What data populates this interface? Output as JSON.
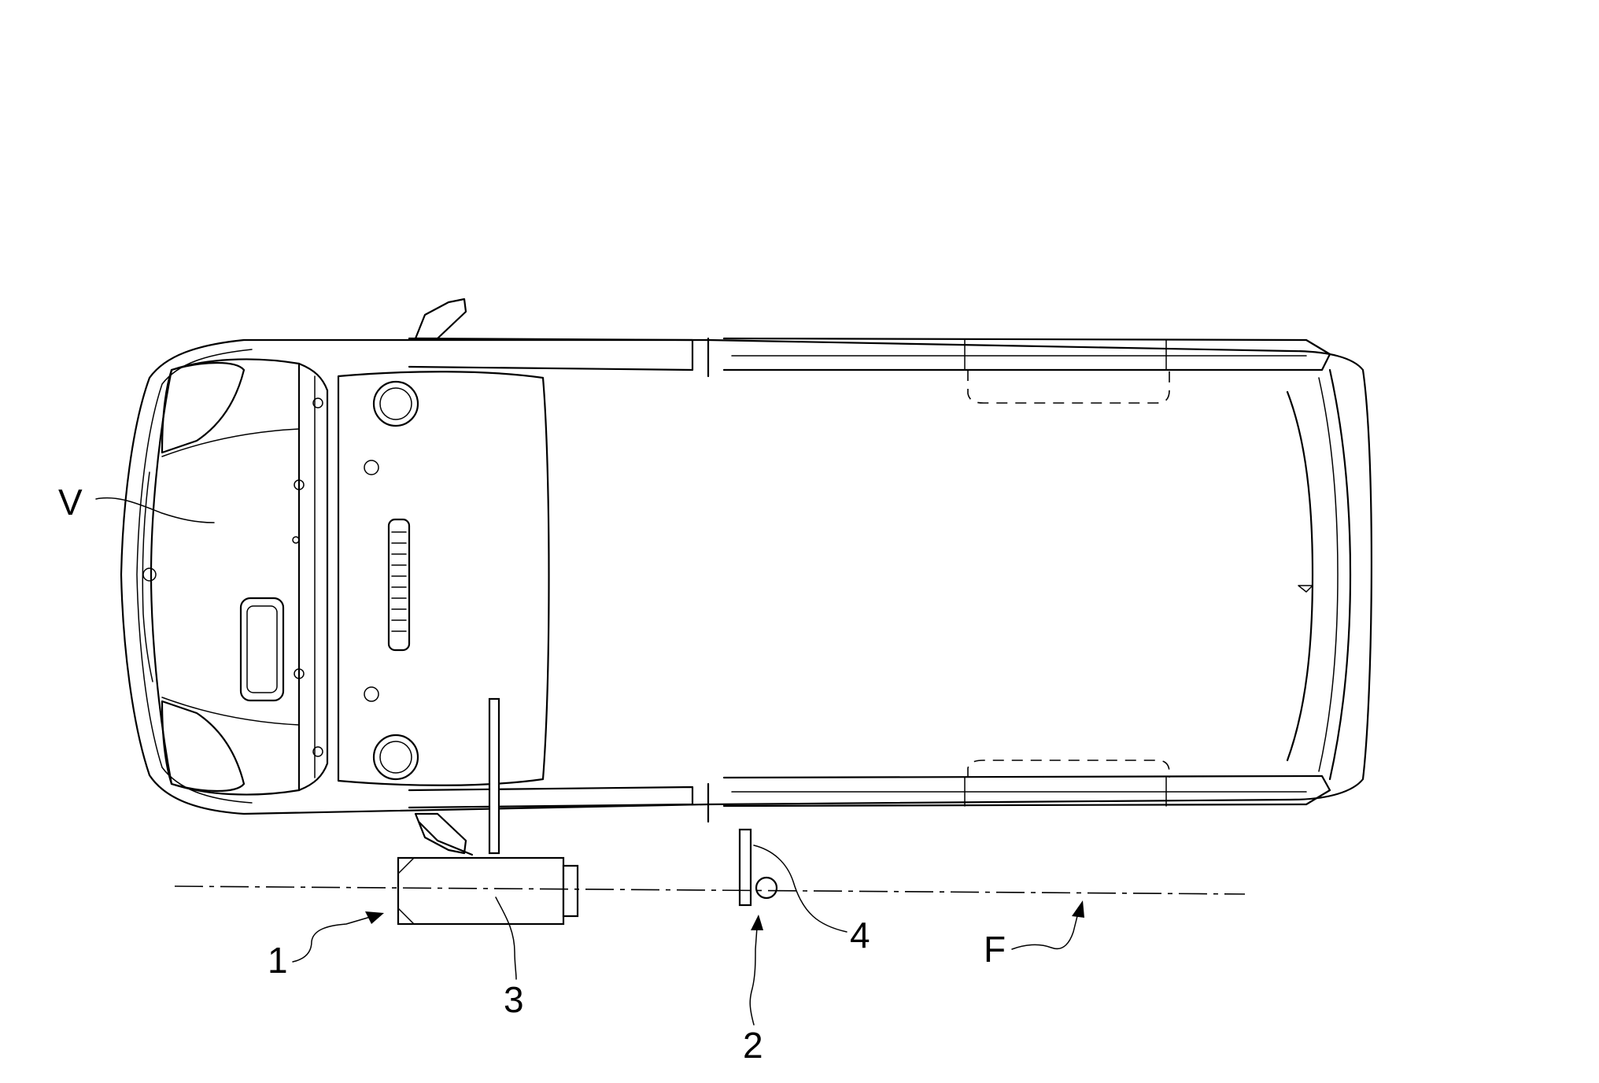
{
  "figure": {
    "labels": {
      "vehicle": "V",
      "device_one": "1",
      "device_two": "2",
      "element_three": "3",
      "element_four": "4",
      "axis_line": "F"
    }
  }
}
